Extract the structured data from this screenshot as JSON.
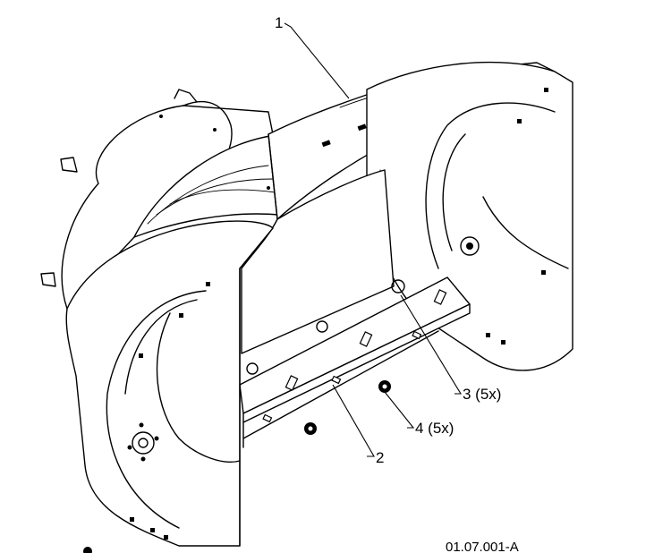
{
  "callouts": {
    "c1": "1",
    "c2": "2",
    "c3": "3 (5x)",
    "c4": "4 (5x)"
  },
  "figure_id": "01.07.001-A"
}
